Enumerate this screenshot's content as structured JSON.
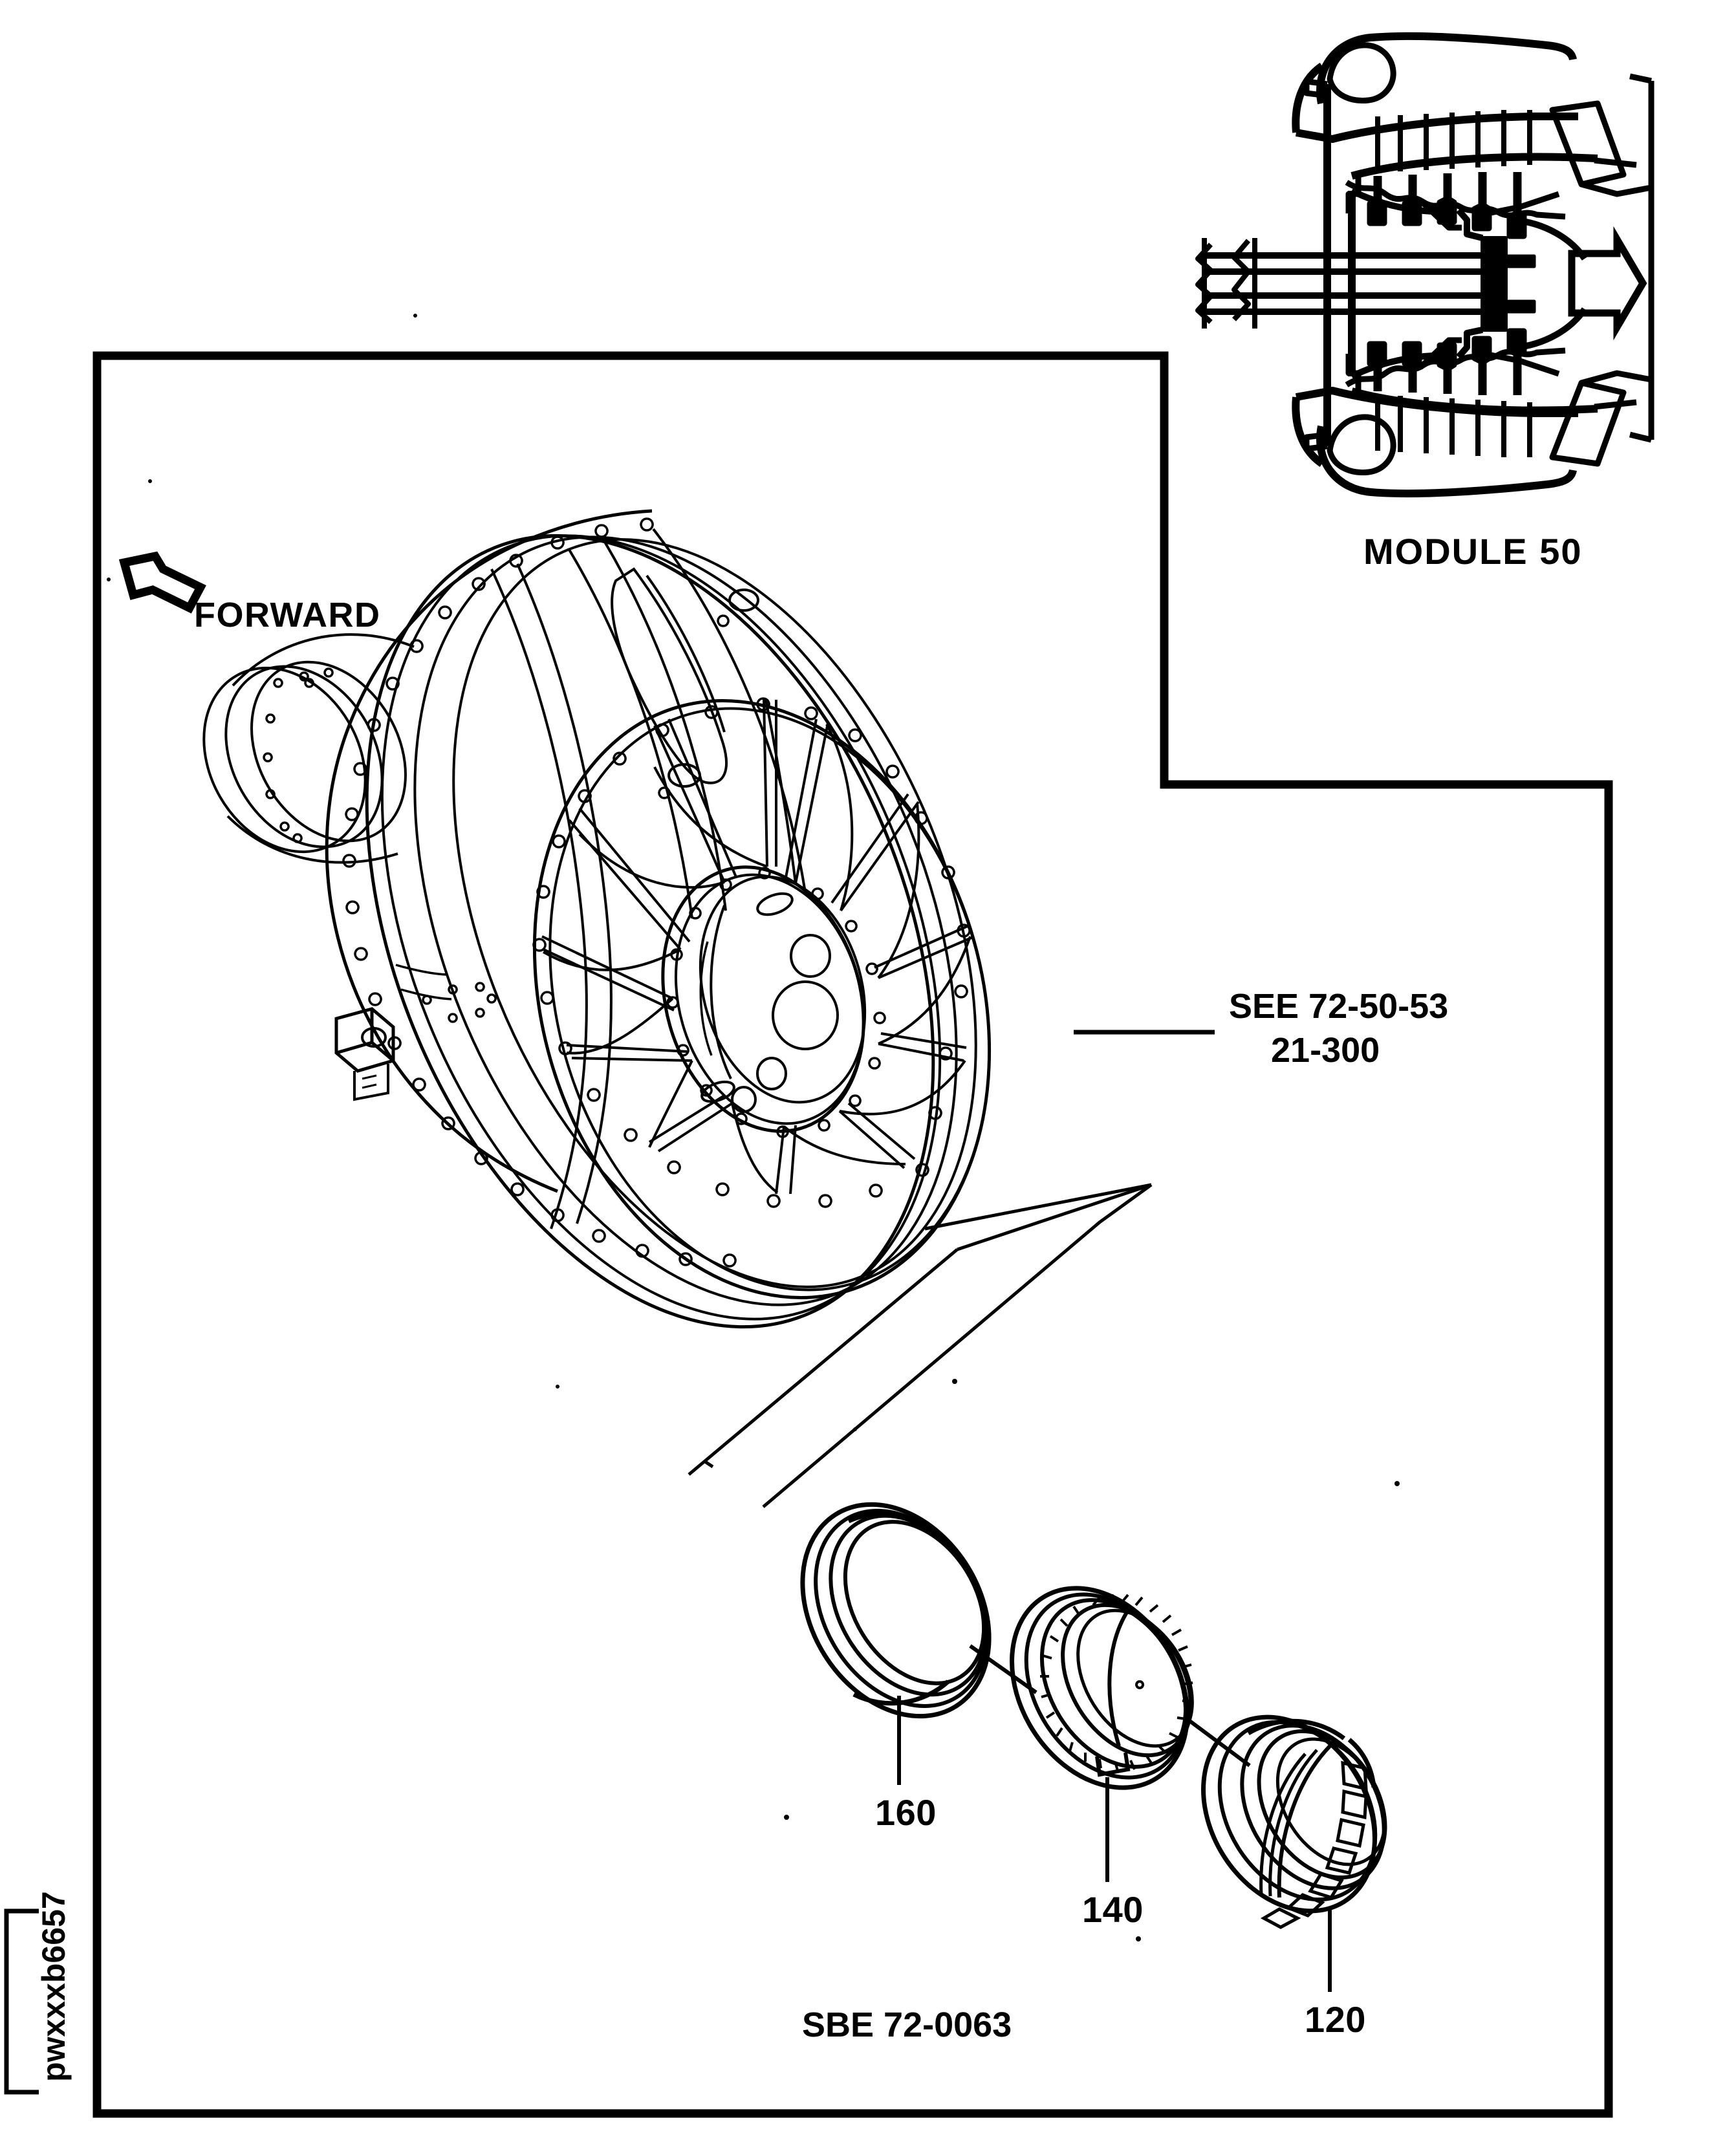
{
  "figure": {
    "sheet_id": "pwxxxb6657",
    "catalog_code": "SBE 72-0063",
    "module_label": "MODULE 50",
    "orientation_label": "FORWARD",
    "orientation_icon": "forward-arrow-icon",
    "reference_note": {
      "line1": "SEE 72-50-53",
      "line2": "21-300"
    },
    "item_numbers": [
      {
        "id": "160",
        "label": "160",
        "part_type": "seal-ring"
      },
      {
        "id": "140",
        "label": "140",
        "part_type": "toothed-ring"
      },
      {
        "id": "120",
        "label": "120",
        "part_type": "bearing-race"
      }
    ],
    "colors": {
      "line": "#000000",
      "background": "#ffffff"
    }
  }
}
